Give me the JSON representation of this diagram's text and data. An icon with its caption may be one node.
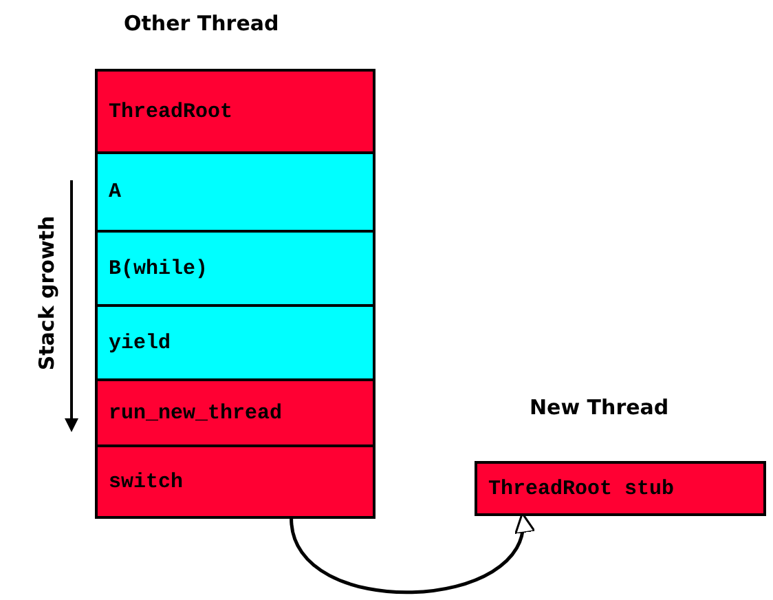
{
  "diagram": {
    "nodes": [
      {
        "text": [
          "ThreadRoot"
        ]
      },
      {
        "text": [
          "A"
        ]
      },
      {
        "text": [
          "B(while)"
        ]
      },
      {
        "text": [
          "yield"
        ]
      },
      {
        "text": [
          "run_new_thread"
        ]
      },
      {
        "text": [
          "switch"
        ]
      },
      {
        "text": [
          "ThreadRoot stub"
        ]
      }
    ],
    "edges": [
      {
        "from": 5,
        "to": 6,
        "arrow": "to"
      }
    ],
    "labels": [
      "Other Thread",
      "Stack growth",
      "New Thread"
    ]
  }
}
